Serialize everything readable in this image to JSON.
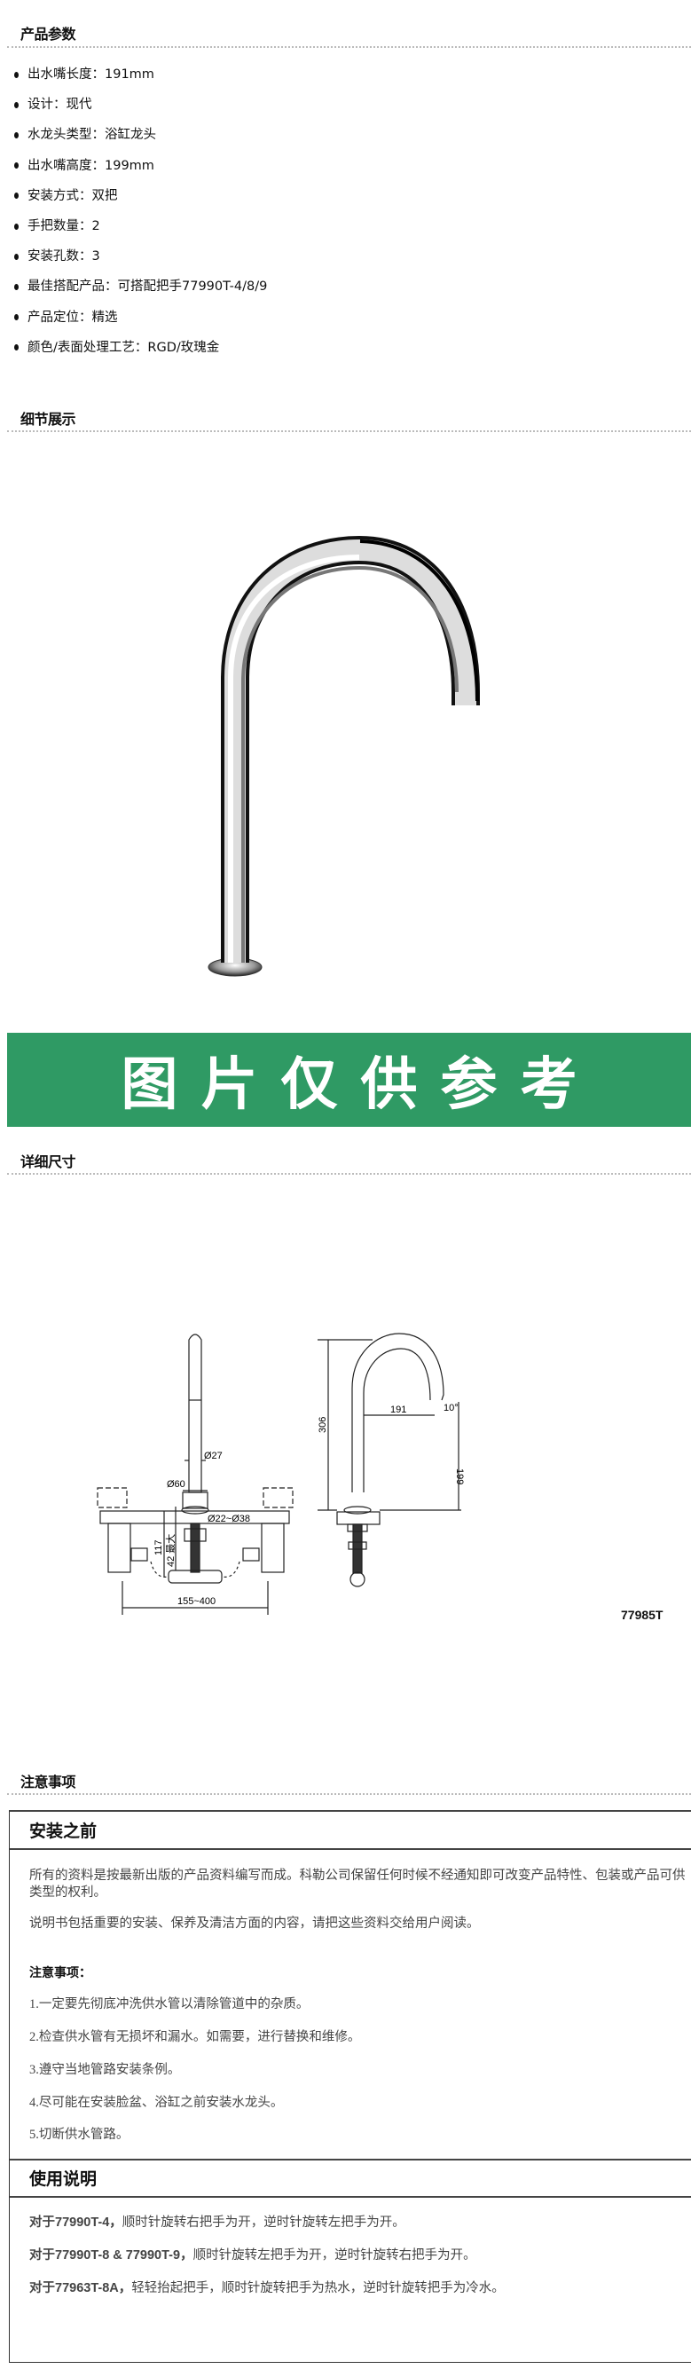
{
  "sections": {
    "params": "产品参数",
    "detail": "细节展示",
    "dimensions": "详细尺寸",
    "notes": "注意事项"
  },
  "specs": [
    "出水嘴长度：191mm",
    "设计：现代",
    "水龙头类型：浴缸龙头",
    "出水嘴高度：199mm",
    "安装方式：双把",
    "手把数量：2",
    "安装孔数：3",
    "最佳搭配产品：可搭配把手77990T-4/8/9",
    "产品定位：精选",
    "颜色/表面处理工艺：RGD/玫瑰金"
  ],
  "banner": {
    "text": "图片仅供参考",
    "color": "#2f9a64"
  },
  "drawing": {
    "d27": "Ø27",
    "d60": "Ø60",
    "d22_38": "Ø22~Ø38",
    "h117": "117",
    "max42": "42 最大",
    "span": "155~400",
    "h306": "306",
    "l191": "191",
    "angle": "10°",
    "h199": "199",
    "model": "77985T"
  },
  "before_install": {
    "title": "安装之前",
    "para1": "所有的资料是按最新出版的产品资料编写而成。科勒公司保留任何时候不经通知即可改变产品特性、包装或产品可供类型的权利。",
    "para2": "说明书包括重要的安装、保养及清洁方面的内容，请把这些资料交给用户阅读。",
    "notes_title": "注意事项：",
    "notes": [
      "1.一定要先彻底冲洗供水管以清除管道中的杂质。",
      "2.检查供水管有无损坏和漏水。如需要，进行替换和维修。",
      "3.遵守当地管路安装条例。",
      "4.尽可能在安装脸盆、浴缸之前安装水龙头。",
      "5.切断供水管路。"
    ]
  },
  "usage": {
    "title": "使用说明",
    "items": [
      {
        "model": "对于77990T-4，",
        "text": "顺时针旋转右把手为开，逆时针旋转左把手为开。"
      },
      {
        "model": "对于77990T-8 & 77990T-9，",
        "text": "顺时针旋转左把手为开，逆时针旋转右把手为开。"
      },
      {
        "model": "对于77963T-8A，",
        "text": "轻轻抬起把手，顺时针旋转把手为热水，逆时针旋转把手为冷水。"
      }
    ]
  }
}
